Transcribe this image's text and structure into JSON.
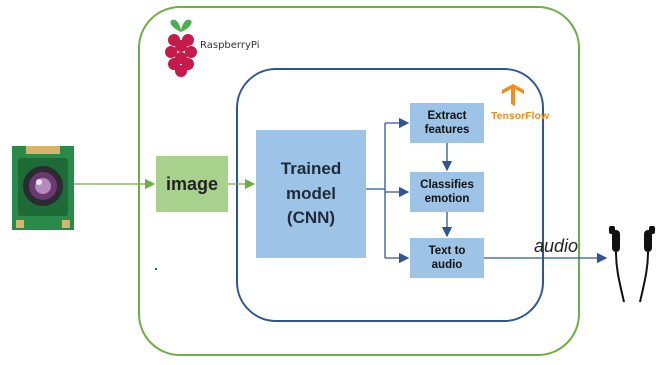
{
  "diagram": {
    "platform_label": "RaspberryPi",
    "tensorflow_label": "TensorFlow",
    "image_label": "image",
    "model_lines": [
      "Trained",
      "model",
      "(CNN)"
    ],
    "steps": [
      {
        "lines": [
          "Extract",
          "features"
        ]
      },
      {
        "lines": [
          "Classifies",
          "emotion"
        ]
      },
      {
        "lines": [
          "Text to",
          "audio"
        ]
      }
    ],
    "output_label": "audio"
  },
  "colors": {
    "outer_border": "#70ad47",
    "inner_border": "#2f5597",
    "image_fill": "#a9d18e",
    "model_fill": "#9dc3e6",
    "arrow_green": "#70ad47",
    "arrow_blue": "#2f5597",
    "tensorflow_orange": "#f28c1a",
    "raspberry_red": "#c51a4a"
  },
  "icons": [
    "camera-icon",
    "raspberry-pi-logo-icon",
    "tensorflow-logo-icon",
    "earphones-icon"
  ]
}
